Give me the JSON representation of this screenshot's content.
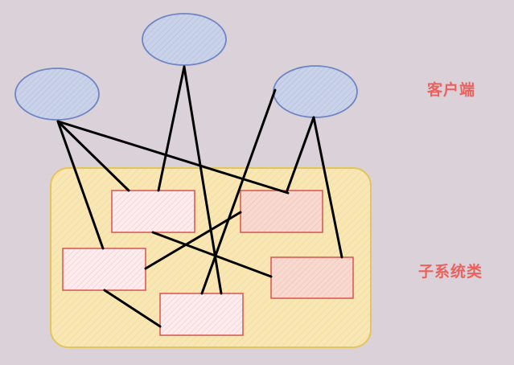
{
  "labels": {
    "clients": "客户端",
    "subsystems": "子系统类"
  },
  "colors": {
    "background": "#dbd1d9",
    "client_fill": "#c9d2e8",
    "client_stroke": "#6f86c4",
    "container_fill": "#f8e7b5",
    "container_stroke": "#e3c55e",
    "box_fill_light": "#fbe8ea",
    "box_fill_peach": "#f7d5cc",
    "box_stroke": "#d9534f",
    "line": "#000000",
    "label": "#e8625e"
  },
  "clients": [
    {
      "id": "client-left"
    },
    {
      "id": "client-top"
    },
    {
      "id": "client-right"
    }
  ],
  "subsystems": [
    {
      "id": "subsystem-top-left",
      "tint": "light"
    },
    {
      "id": "subsystem-top-right",
      "tint": "peach"
    },
    {
      "id": "subsystem-mid-left",
      "tint": "light"
    },
    {
      "id": "subsystem-mid-right",
      "tint": "peach"
    },
    {
      "id": "subsystem-bottom",
      "tint": "light"
    }
  ]
}
